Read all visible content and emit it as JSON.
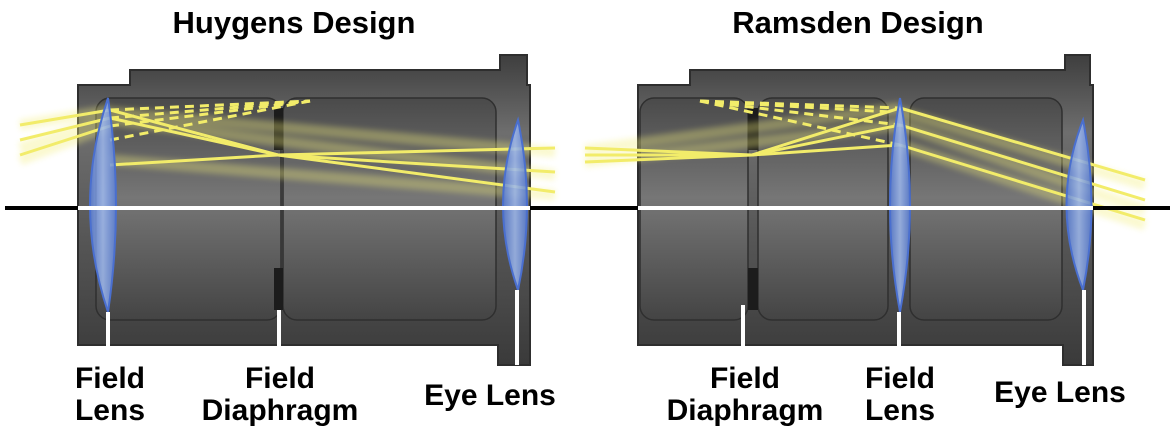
{
  "panels": {
    "huygens": {
      "title": "Huygens Design",
      "labels": {
        "field_lens": [
          "Field",
          "Lens"
        ],
        "field_diaphragm": [
          "Field",
          "Diaphragm"
        ],
        "eye_lens": "Eye Lens"
      }
    },
    "ramsden": {
      "title": "Ramsden Design",
      "labels": {
        "field_diaphragm": [
          "Field",
          "Diaphragm"
        ],
        "field_lens": [
          "Field",
          "Lens"
        ],
        "eye_lens": "Eye Lens"
      }
    }
  },
  "colors": {
    "barrel": "#5a5a5a",
    "barrel_edge": "#3a3a3a",
    "lens": "#7f9fe6",
    "ray": "#f2ec6a",
    "axis": "#000000"
  }
}
